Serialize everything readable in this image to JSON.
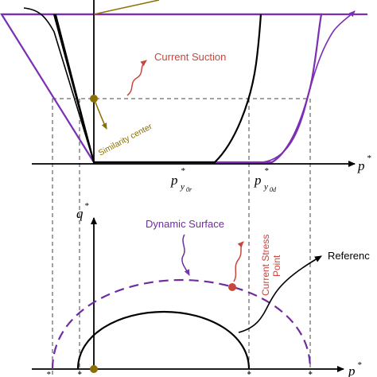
{
  "colors": {
    "black": "#000000",
    "purple": "#7b2fb5",
    "dynamic_purple": "#6e2c9e",
    "red": "#c8463c",
    "olive": "#8a7000",
    "grey_dash": "#444444"
  },
  "labels": {
    "current_suction": "Current Suction",
    "similarity_center": "Similarity center",
    "dynamic_surface": "Dynamic Surface",
    "current_stress_point_1": "Current Stress",
    "current_stress_point_2": "Point",
    "reference": "Referenc"
  },
  "axes": {
    "top_x": "p",
    "top_x_sup": "*",
    "bottom_x": "p",
    "bottom_x_sup": "*",
    "bottom_y": "q",
    "bottom_y_sup": "*"
  },
  "ticks": {
    "py0r_main": "p",
    "py0r_sup": "*",
    "py0r_sub": "y",
    "py0r_subsub": "0r",
    "py0d_main": "p",
    "py0d_sup": "*",
    "py0d_sub": "y",
    "py0d_subsub": "0d"
  },
  "bottom_ticks": [
    "*",
    "*",
    "*",
    "*"
  ]
}
